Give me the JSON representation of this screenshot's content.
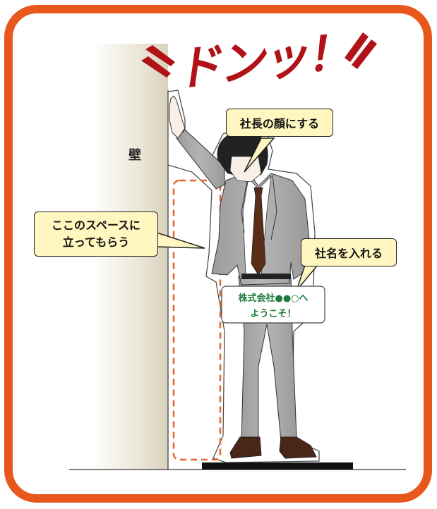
{
  "exclamation": "ドンッ！",
  "wall_label": "壁",
  "callouts": {
    "face": "社長の顔にする",
    "space_line1": "ここのスペースに",
    "space_line2": "立ってもらう",
    "company": "社名を入れる"
  },
  "sign": {
    "line1": "株式会社●●○へ",
    "line2": "ようこそ！"
  },
  "colors": {
    "frame": "#e8571c",
    "exclamation": "#b01217",
    "callout_fill": "#fff6c0",
    "dashed_guide": "#e8622c",
    "suit": "#a8a8a8",
    "tie": "#5a2d18",
    "shoes": "#4a2616",
    "sign_text": "#1d7a3a"
  }
}
